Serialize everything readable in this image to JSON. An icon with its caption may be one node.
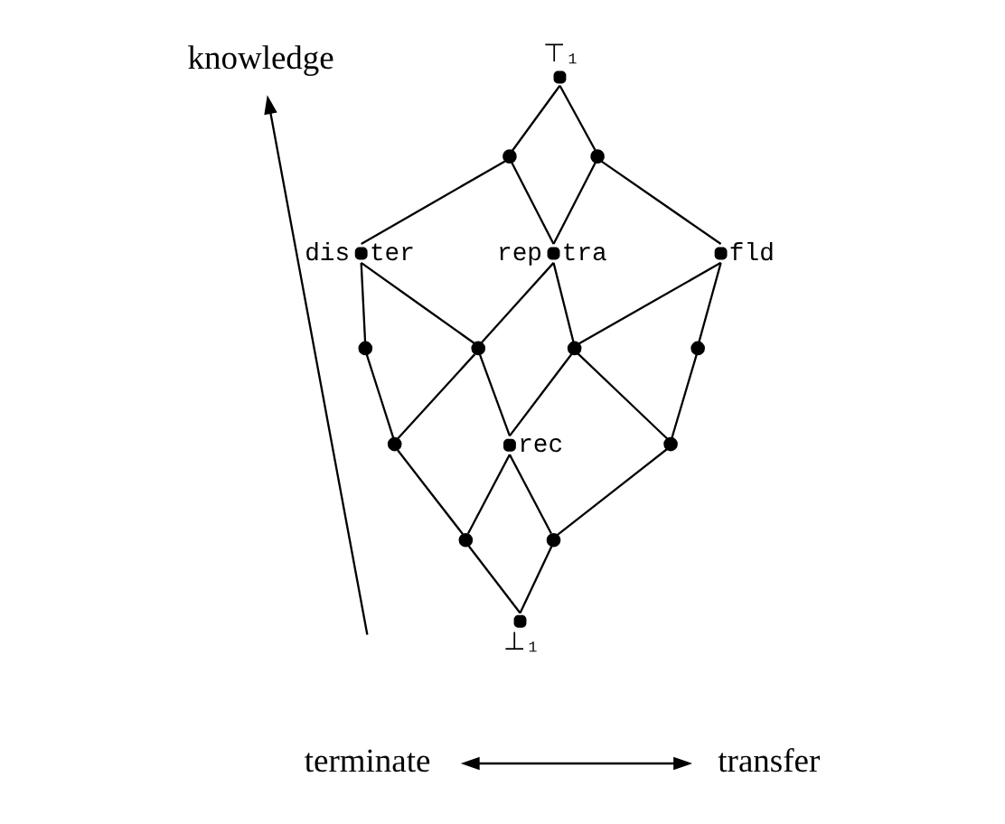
{
  "diagram": {
    "nodes": [
      {
        "text": [
          "knowledge"
        ]
      },
      {
        "text": [],
        "shape": "circle",
        "beside": [
          "⊤₁"
        ]
      },
      {
        "text": [],
        "shape": "circle"
      },
      {
        "text": [],
        "shape": "circle"
      },
      {
        "text": [],
        "shape": "circle",
        "beside": [
          "dis",
          "ter"
        ]
      },
      {
        "text": [],
        "shape": "circle",
        "beside": [
          "rep",
          "tra"
        ]
      },
      {
        "text": [],
        "shape": "circle",
        "beside": [
          "fld"
        ]
      },
      {
        "text": [],
        "shape": "circle"
      },
      {
        "text": [],
        "shape": "circle"
      },
      {
        "text": [],
        "shape": "circle"
      },
      {
        "text": [],
        "shape": "circle"
      },
      {
        "text": [],
        "shape": "circle"
      },
      {
        "text": [],
        "shape": "circle",
        "beside": [
          "rec"
        ]
      },
      {
        "text": [],
        "shape": "circle"
      },
      {
        "text": [],
        "shape": "circle"
      },
      {
        "text": [],
        "shape": "circle"
      },
      {
        "text": [],
        "shape": "circle",
        "beside": [
          "⊥₁"
        ]
      },
      {
        "text": [
          "terminate"
        ]
      },
      {
        "text": [
          "transfer"
        ]
      }
    ],
    "edges": [
      {
        "from": 1,
        "to": 2,
        "arrow": "none"
      },
      {
        "from": 1,
        "to": 3,
        "arrow": "none"
      },
      {
        "from": 2,
        "to": 4,
        "arrow": "none"
      },
      {
        "from": 2,
        "to": 5,
        "arrow": "none"
      },
      {
        "from": 3,
        "to": 5,
        "arrow": "none"
      },
      {
        "from": 3,
        "to": 6,
        "arrow": "none"
      },
      {
        "from": 4,
        "to": 7,
        "arrow": "none"
      },
      {
        "from": 4,
        "to": 8,
        "arrow": "none"
      },
      {
        "from": 5,
        "to": 8,
        "arrow": "none"
      },
      {
        "from": 5,
        "to": 9,
        "arrow": "none"
      },
      {
        "from": 6,
        "to": 9,
        "arrow": "none"
      },
      {
        "from": 6,
        "to": 10,
        "arrow": "none"
      },
      {
        "from": 7,
        "to": 11,
        "arrow": "none"
      },
      {
        "from": 8,
        "to": 11,
        "arrow": "none"
      },
      {
        "from": 8,
        "to": 12,
        "arrow": "none"
      },
      {
        "from": 9,
        "to": 12,
        "arrow": "none"
      },
      {
        "from": 9,
        "to": 13,
        "arrow": "none"
      },
      {
        "from": 10,
        "to": 13,
        "arrow": "none"
      },
      {
        "from": 11,
        "to": 14,
        "arrow": "none"
      },
      {
        "from": 12,
        "to": 14,
        "arrow": "none"
      },
      {
        "from": 12,
        "to": 15,
        "arrow": "none"
      },
      {
        "from": 13,
        "to": 15,
        "arrow": "none"
      },
      {
        "from": 14,
        "to": 16,
        "arrow": "none"
      },
      {
        "from": 15,
        "to": 16,
        "arrow": "none"
      },
      {
        "from": null,
        "to": 0,
        "arrow": "to"
      },
      {
        "from": 17,
        "to": 18,
        "arrow": "both"
      }
    ]
  }
}
